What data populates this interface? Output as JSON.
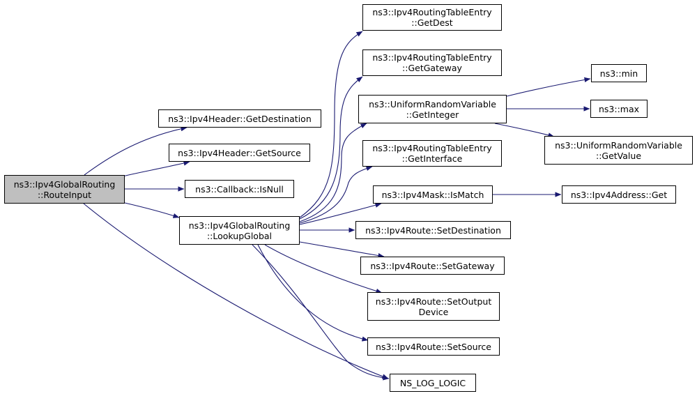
{
  "colors": {
    "edge": "#191970",
    "node_border": "#000000",
    "root_fill": "#bfbfbf",
    "node_fill": "#ffffff"
  },
  "nodes": {
    "route_input": [
      "ns3::Ipv4GlobalRouting",
      "::RouteInput"
    ],
    "get_destination": [
      "ns3::Ipv4Header::GetDestination"
    ],
    "get_source": [
      "ns3::Ipv4Header::GetSource"
    ],
    "is_null": [
      "ns3::Callback::IsNull"
    ],
    "lookup_global": [
      "ns3::Ipv4GlobalRouting",
      "::LookupGlobal"
    ],
    "ns_log_logic": [
      "NS_LOG_LOGIC"
    ],
    "get_dest": [
      "ns3::Ipv4RoutingTableEntry",
      "::GetDest"
    ],
    "get_gateway": [
      "ns3::Ipv4RoutingTableEntry",
      "::GetGateway"
    ],
    "get_integer": [
      "ns3::UniformRandomVariable",
      "::GetInteger"
    ],
    "get_interface": [
      "ns3::Ipv4RoutingTableEntry",
      "::GetInterface"
    ],
    "is_match": [
      "ns3::Ipv4Mask::IsMatch"
    ],
    "set_destination": [
      "ns3::Ipv4Route::SetDestination"
    ],
    "set_gateway": [
      "ns3::Ipv4Route::SetGateway"
    ],
    "set_output_device": [
      "ns3::Ipv4Route::SetOutput",
      "Device"
    ],
    "set_source": [
      "ns3::Ipv4Route::SetSource"
    ],
    "min": [
      "ns3::min"
    ],
    "max": [
      "ns3::max"
    ],
    "get_value": [
      "ns3::UniformRandomVariable",
      "::GetValue"
    ],
    "addr_get": [
      "ns3::Ipv4Address::Get"
    ]
  },
  "edges": [
    [
      "route_input",
      "get_destination"
    ],
    [
      "route_input",
      "get_source"
    ],
    [
      "route_input",
      "is_null"
    ],
    [
      "route_input",
      "lookup_global"
    ],
    [
      "route_input",
      "ns_log_logic"
    ],
    [
      "lookup_global",
      "get_dest"
    ],
    [
      "lookup_global",
      "get_gateway"
    ],
    [
      "lookup_global",
      "get_integer"
    ],
    [
      "lookup_global",
      "get_interface"
    ],
    [
      "lookup_global",
      "is_match"
    ],
    [
      "lookup_global",
      "set_destination"
    ],
    [
      "lookup_global",
      "set_gateway"
    ],
    [
      "lookup_global",
      "set_output_device"
    ],
    [
      "lookup_global",
      "set_source"
    ],
    [
      "lookup_global",
      "ns_log_logic"
    ],
    [
      "get_integer",
      "min"
    ],
    [
      "get_integer",
      "max"
    ],
    [
      "get_integer",
      "get_value"
    ],
    [
      "is_match",
      "addr_get"
    ]
  ]
}
